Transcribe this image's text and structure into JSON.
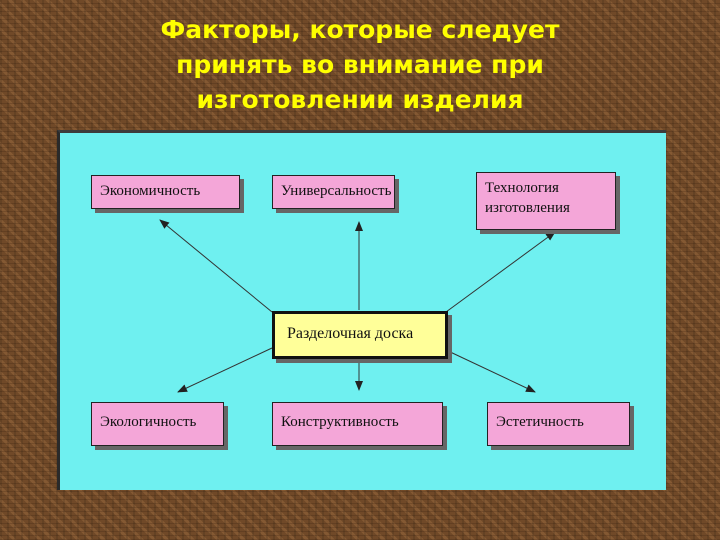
{
  "title": {
    "lines": [
      "Факторы, которые следует",
      "принять во внимание при",
      "изготовлении изделия"
    ]
  },
  "diagram": {
    "center": "Разделочная доска",
    "top_left": "Экономичность",
    "top_center": "Универсальность",
    "top_right": [
      "Технология",
      "изготовления"
    ],
    "bottom_left": "Экологичность",
    "bottom_center": "Конструктивность",
    "bottom_right": "Эстетичность"
  },
  "colors": {
    "title": "#ffff00",
    "panel": "#6ff0f0",
    "factor_box": "#f4a6d8",
    "center_box": "#ffff99"
  }
}
